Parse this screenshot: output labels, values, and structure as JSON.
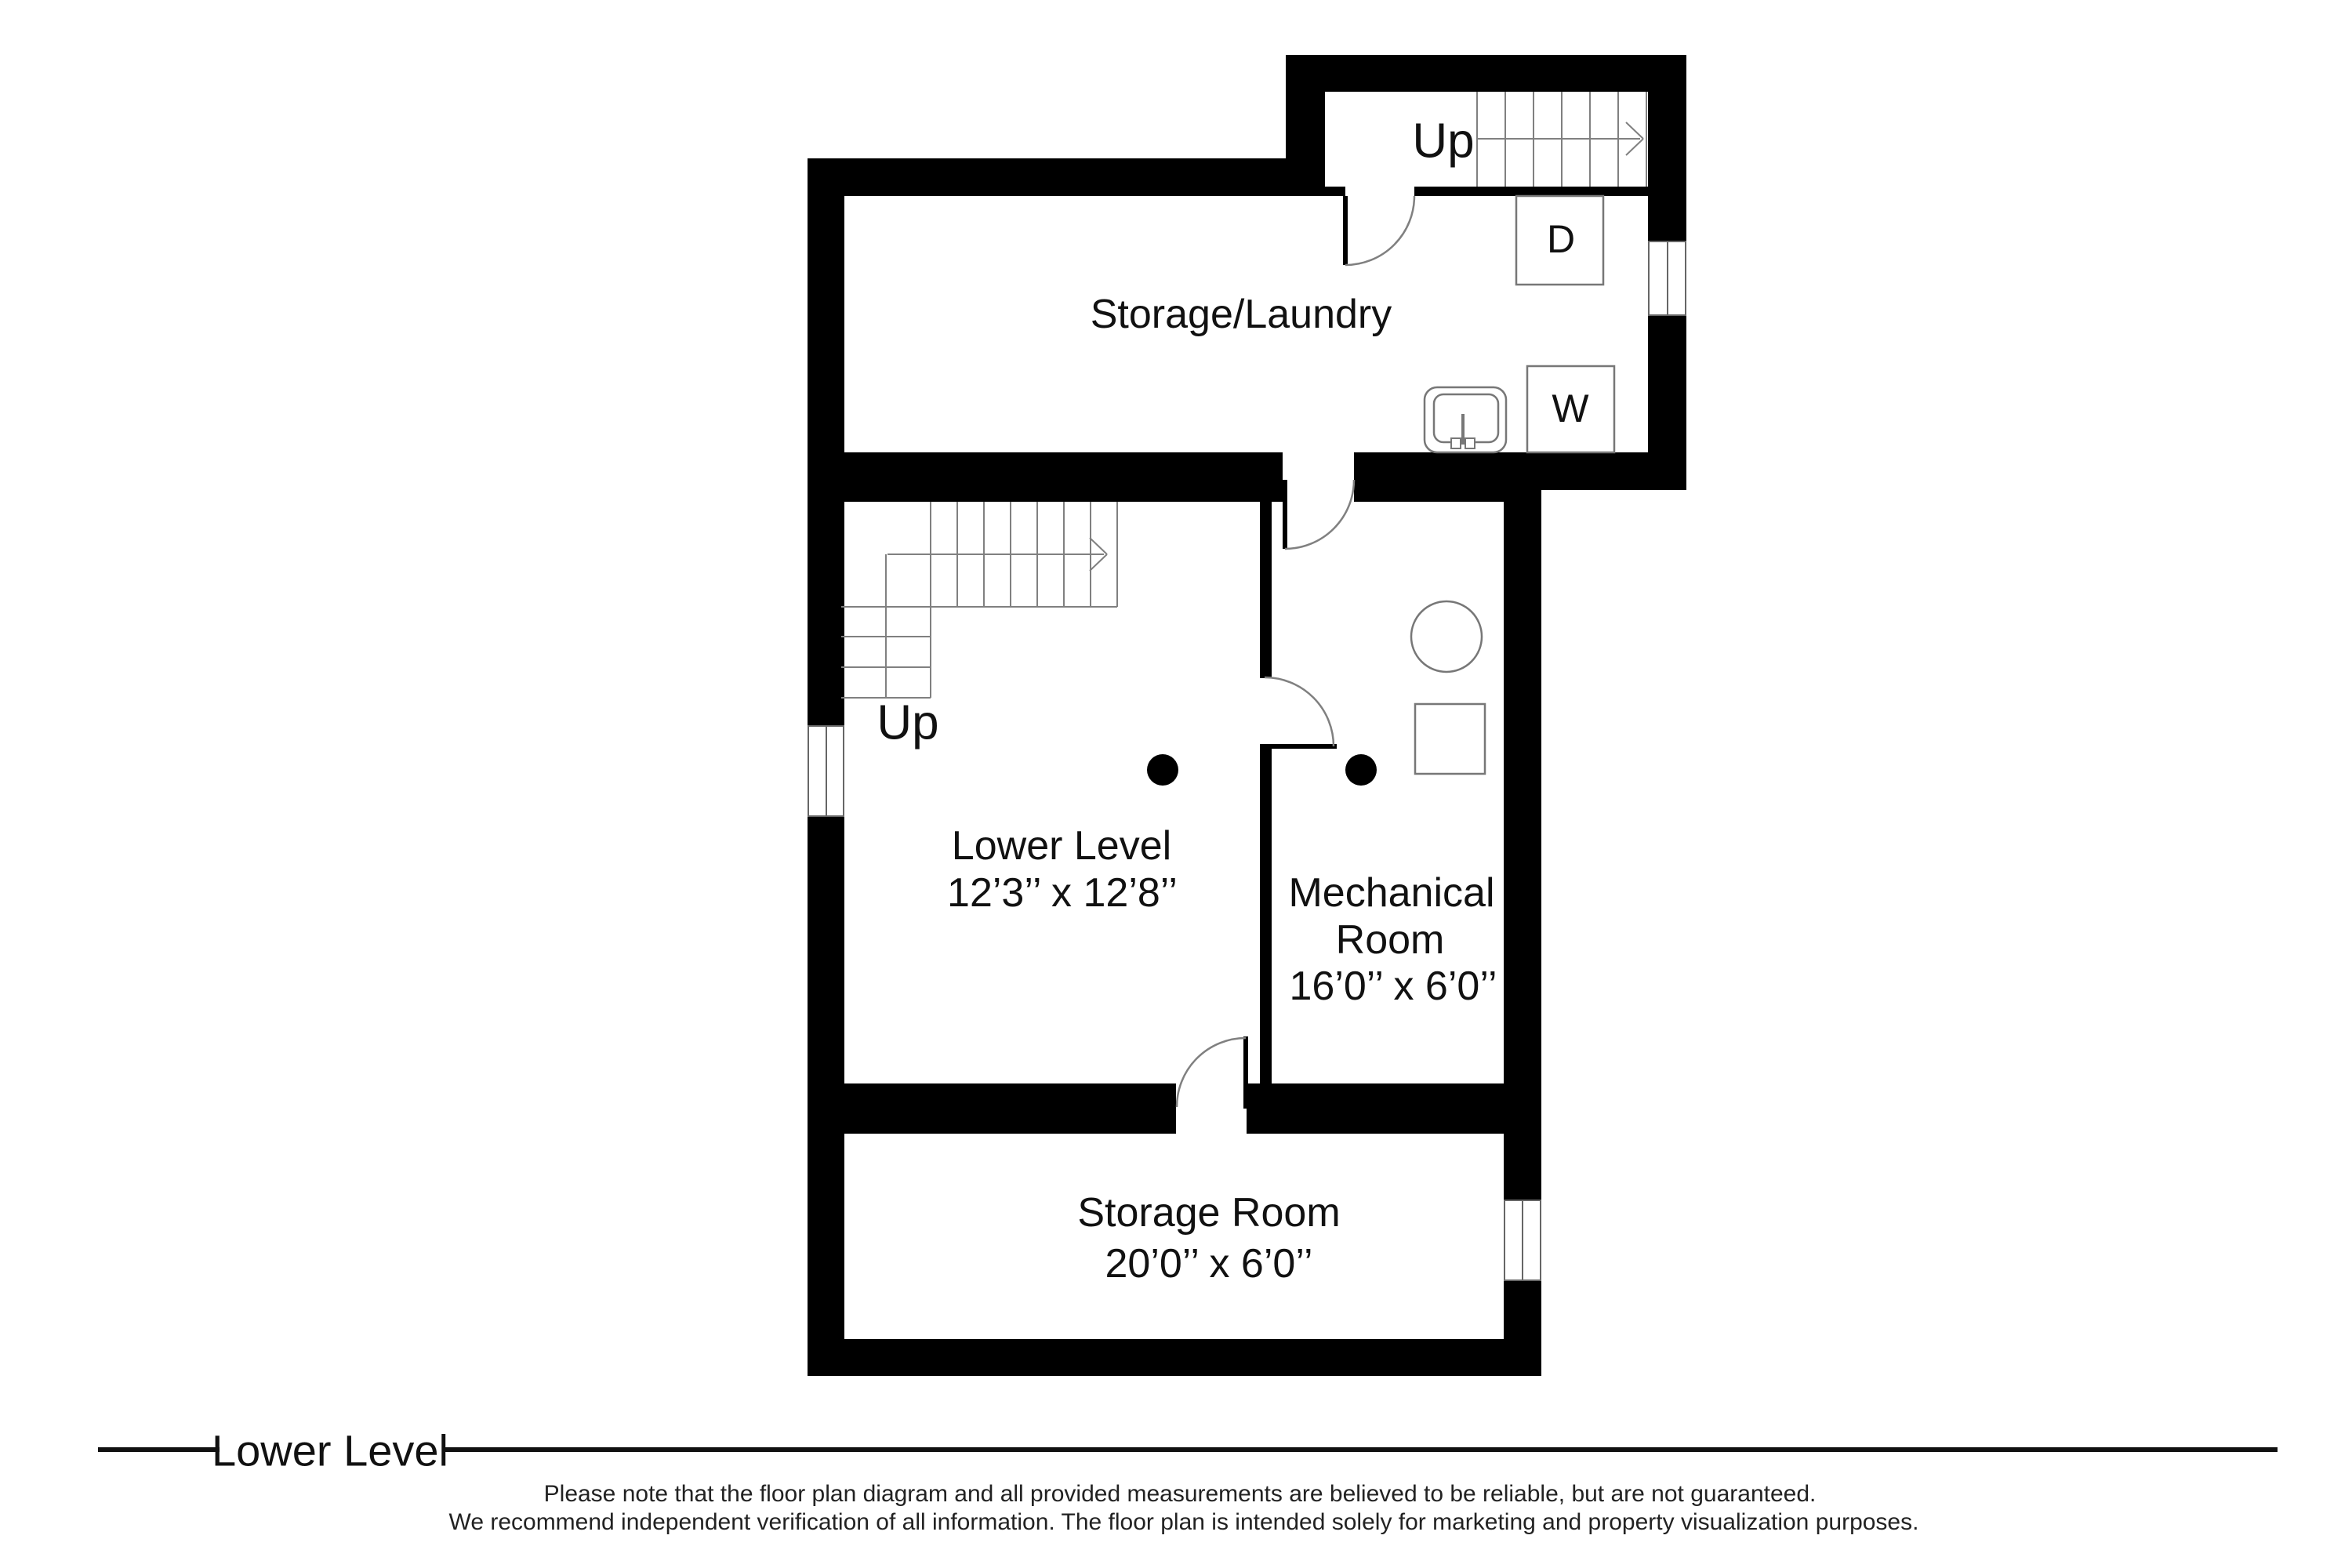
{
  "plan": {
    "rooms": {
      "storage_laundry": {
        "name": "Storage/Laundry"
      },
      "lower_level": {
        "name": "Lower Level",
        "dims": "12’3’’ x 12’8’’"
      },
      "mechanical": {
        "name_line1": "Mechanical",
        "name_line2": "Room",
        "dims": "16’0’’ x 6’0’’"
      },
      "storage_room": {
        "name": "Storage Room",
        "dims": "20’0’’ x 6’0’’"
      }
    },
    "stairs": {
      "upper_label": "Up",
      "lower_label": "Up"
    },
    "appliances": {
      "washer": "W",
      "dryer": "D"
    },
    "fixture_icons": [
      "sink-icon",
      "water-heater-icon",
      "utility-box-icon",
      "support-column-icon",
      "window-icon",
      "door-icon"
    ]
  },
  "footer": {
    "plan_title": "Lower Level",
    "disclaimer_line1": "Please note that the floor plan diagram and all provided measurements are believed to be reliable, but are not guaranteed.",
    "disclaimer_line2": "We recommend independent verification of all information. The floor plan is intended solely for marketing and property visualization purposes."
  },
  "colors": {
    "wall": "#000000",
    "thin_line": "#808080",
    "text": "#111111",
    "background": "#ffffff"
  }
}
